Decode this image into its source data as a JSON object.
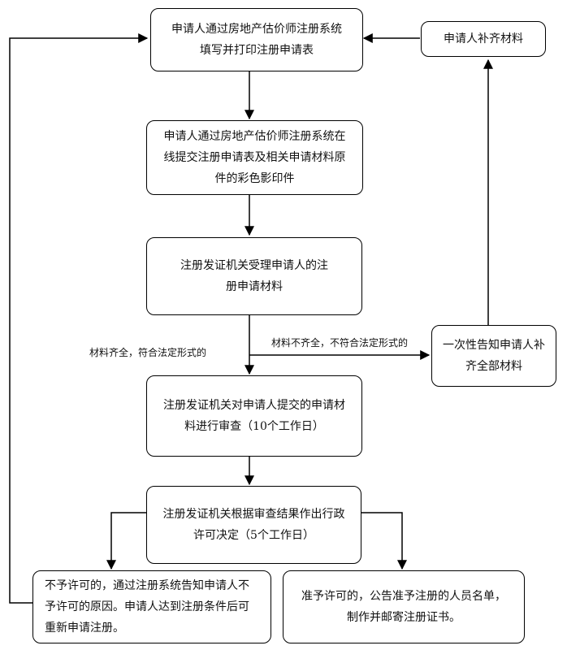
{
  "nodes": {
    "fill_form": "申请人通过房地产估价师注册系统填写并打印注册申请表",
    "supplement": "申请人补齐材料",
    "submit_online": "申请人通过房地产估价师注册系统在线提交注册申请表及相关申请材料原件的彩色影印件",
    "accept": "注册发证机关受理申请人的注册申请材料",
    "notify_once": "一次性告知申请人补齐全部材料",
    "review": "注册发证机关对申请人提交的申请材料进行审查（10个工作日）",
    "decision": "注册发证机关根据审查结果作出行政许可决定（5个工作日）",
    "reject": "不予许可的，通过注册系统告知申请人不予许可的原因。申请人达到注册条件后可重新申请注册。",
    "approve": "准予许可的，公告准予注册的人员名单，制作并邮寄注册证书。"
  },
  "edge_labels": {
    "complete": "材料齐全，符合法定形式的",
    "incomplete": "材料不齐全，不符合法定形式的"
  }
}
